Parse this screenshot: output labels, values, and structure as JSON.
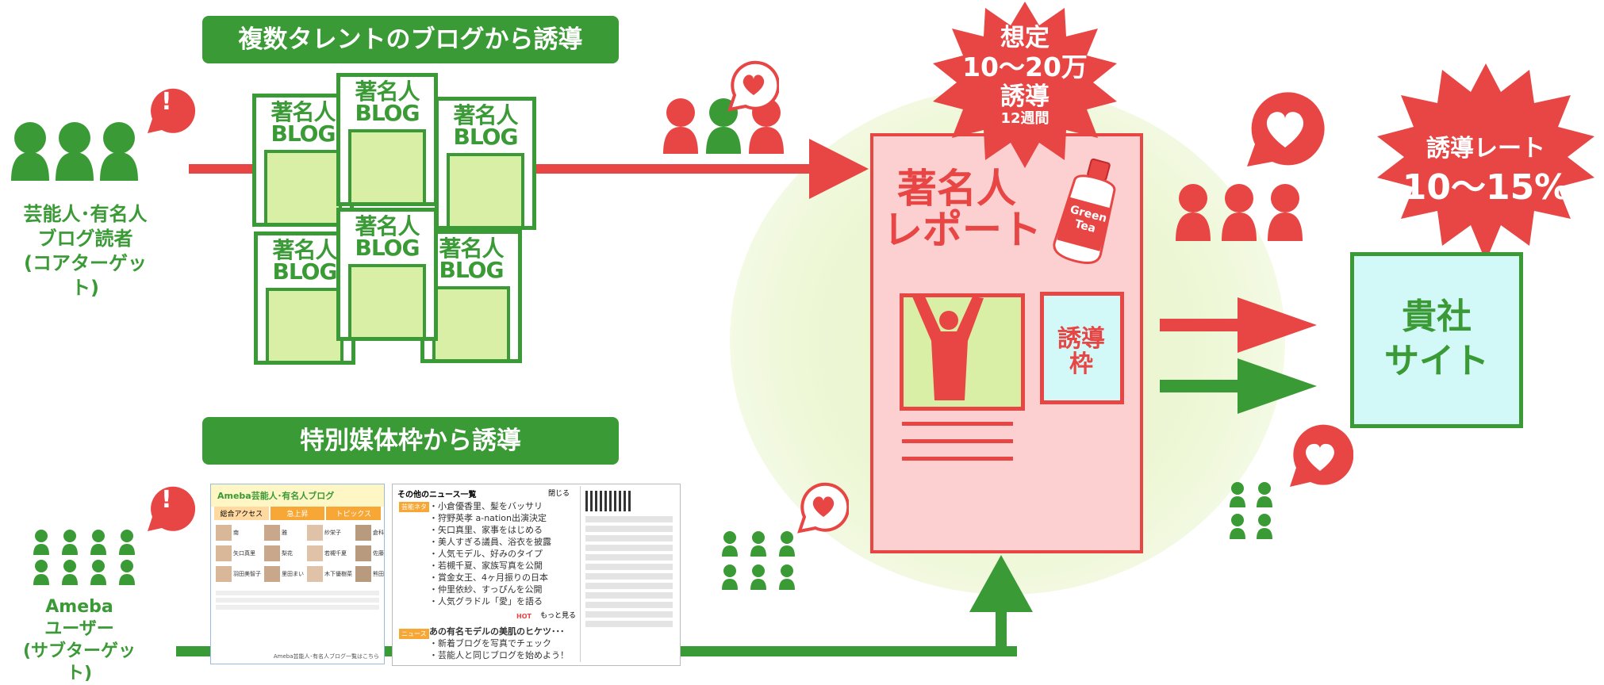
{
  "top_banner": "複数タレントのブログから誘導",
  "bottom_banner": "特別媒体枠から誘導",
  "core_target": {
    "line1": "芸能人･有名人",
    "line2": "ブログ読者",
    "line3": "(コアターゲット)"
  },
  "sub_target": {
    "line1": "Ameba",
    "line2": "ユーザー",
    "line3": "(サブターゲット)"
  },
  "blog_card": {
    "title1": "著名人",
    "title2": "BLOG"
  },
  "burst_left": {
    "line1": "想定",
    "line2": "10～20万",
    "line3": "誘導",
    "line4": "12週間"
  },
  "report": {
    "title1": "著名人",
    "title2": "レポート",
    "slot": "誘導枠",
    "bottle_label": "Green Tea"
  },
  "site": {
    "line1": "貴社",
    "line2": "サイト"
  },
  "burst_right": {
    "line1": "誘導レート",
    "line2": "10～15%"
  },
  "bubble_mark": "!",
  "ameba_panel": {
    "header": "Ameba芸能人･有名人ブログ",
    "tabs": [
      "総合アクセス",
      "急上昇",
      "トピックス"
    ],
    "footer": "Ameba芸能人･有名人ブログ一覧はこちら",
    "names": [
      "南",
      "雅",
      "紗栄子",
      "倉科カナ",
      "矢口真里",
      "梨花",
      "若槻千夏",
      "佐藤寛子",
      "羽田美智子",
      "里田まい",
      "木下優樹菜",
      "熊田曜子"
    ]
  },
  "news_panel": {
    "header": "その他のニュース一覧",
    "close": "閉じる",
    "badge1": "芸能ネタ",
    "items": [
      "・小倉優香里、髪をバッサリ",
      "・狩野英孝 a-nation出演決定",
      "・矢口真里、家事をはじめる",
      "・美人すぎる議員、浴衣を披露",
      "・人気モデル、好みのタイプ",
      "・若槻千夏、家族写真を公開",
      "・賞金女王、4ヶ月振りの日本",
      "・仲里依紗、すっぴんを公開",
      "・人気グラドル「愛」を語る"
    ],
    "more": "もっと見る",
    "badge2": "ニュース",
    "highlight": "あの有名モデルの美肌のヒケツ･･･",
    "extra": [
      "・新着ブログを写真でチェック",
      "・芸能人と同じブログを始めよう！"
    ],
    "hot": "HOT"
  },
  "colors": {
    "green": "#3a9a35",
    "red": "#e84545",
    "pink_fill": "#fcd0d0",
    "lime": "#d9efa5",
    "cyan": "#d3f8f8"
  }
}
